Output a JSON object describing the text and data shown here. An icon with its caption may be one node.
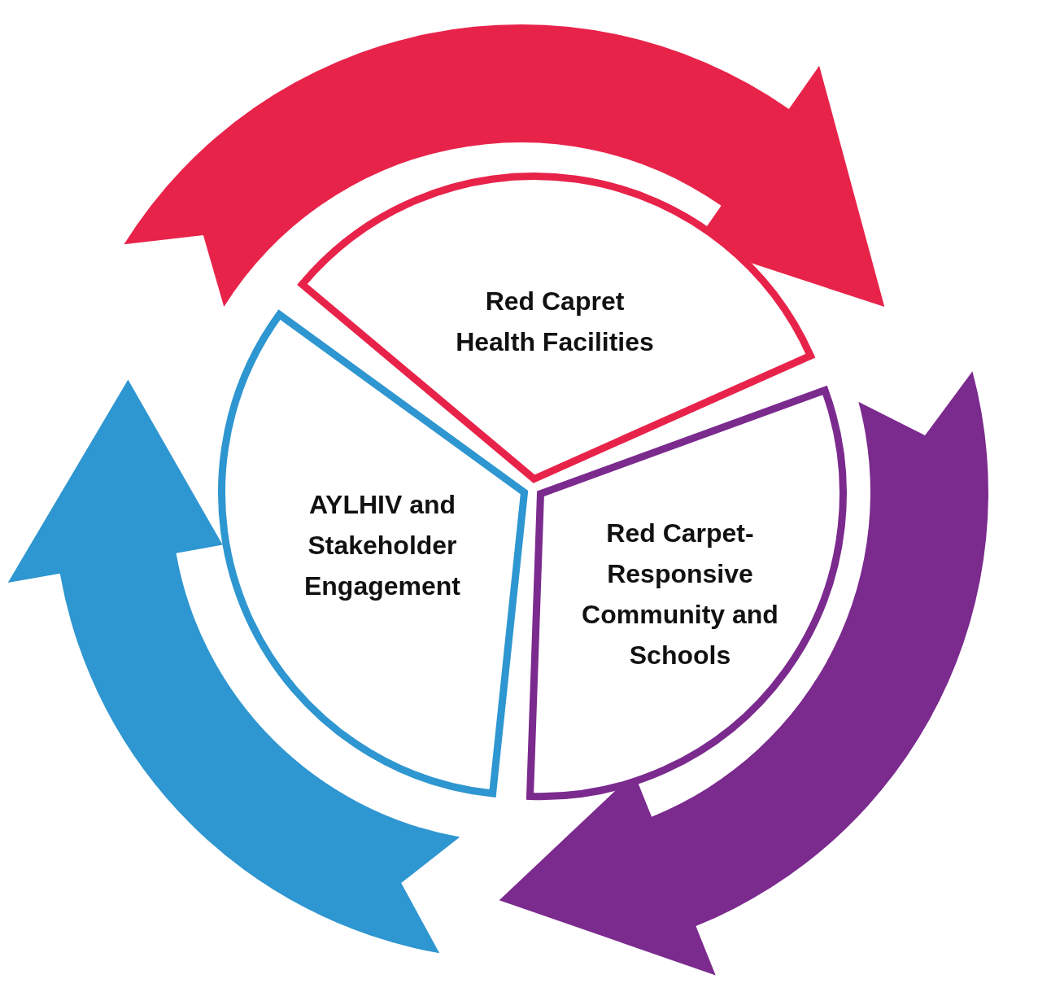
{
  "diagram": {
    "nodes": [
      {
        "text": [
          "Red Capret Health Facilities"
        ]
      },
      {
        "text": [
          "Red Carpet-Responsive Community and Schools"
        ]
      },
      {
        "text": [
          "AYLHIV and Stakeholder Engagement"
        ]
      }
    ]
  }
}
